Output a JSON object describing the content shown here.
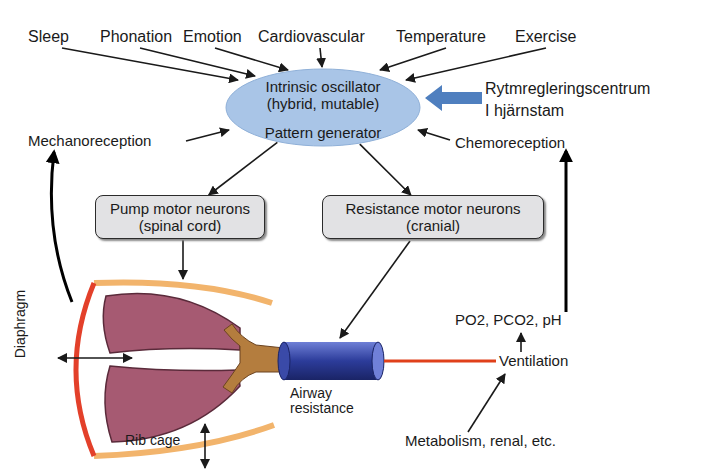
{
  "diagram": {
    "nodes": [
      {
        "text": [
          "Intrinsic oscillator (hybrid, mutable)",
          "Pattern generator"
        ]
      },
      {
        "text": [
          "Pump motor neurons (spinal cord)"
        ]
      },
      {
        "text": [
          "Resistance motor neurons (cranial)"
        ]
      }
    ],
    "edges": [
      {
        "from": 0,
        "to": 1,
        "arrow": "to"
      },
      {
        "from": 0,
        "to": 2,
        "arrow": "to"
      }
    ],
    "labels": [
      "Sleep",
      "Phonation",
      "Emotion",
      "Cardiovascular",
      "Temperature",
      "Exercise",
      "Rytmregleringscentrum I hjärnstam",
      "Mechanoreception",
      "Chemoreception",
      "Diaphragm",
      "Airway resistance",
      "Rib cage",
      "PO2, PCO2, pH",
      "Ventilation",
      "Metabolism, renal, etc."
    ]
  }
}
